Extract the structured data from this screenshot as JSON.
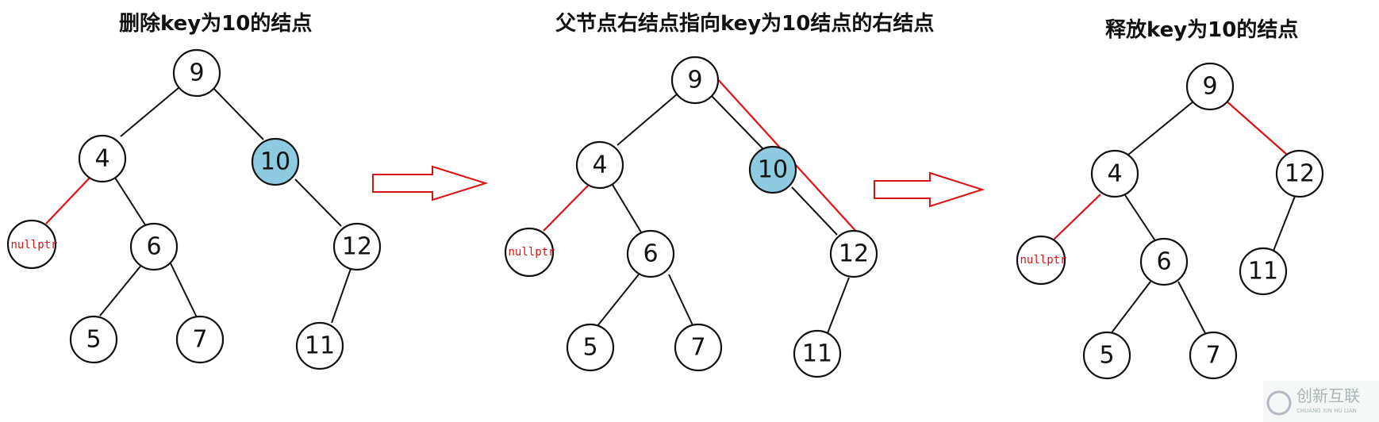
{
  "titles": {
    "panel1": "删除key为10的结点",
    "panel2": "父节点右结点指向key为10结点的右结点",
    "panel3": "释放key为10的结点"
  },
  "null_label": "nullptr",
  "nodes": {
    "n9": "9",
    "n4": "4",
    "n10": "10",
    "n6": "6",
    "n12": "12",
    "n5": "5",
    "n7": "7",
    "n11": "11"
  },
  "highlight_color": "#8ecbe0",
  "watermark": {
    "text": "创新互联",
    "sub": "CHUANG XIN HU LIAN"
  }
}
